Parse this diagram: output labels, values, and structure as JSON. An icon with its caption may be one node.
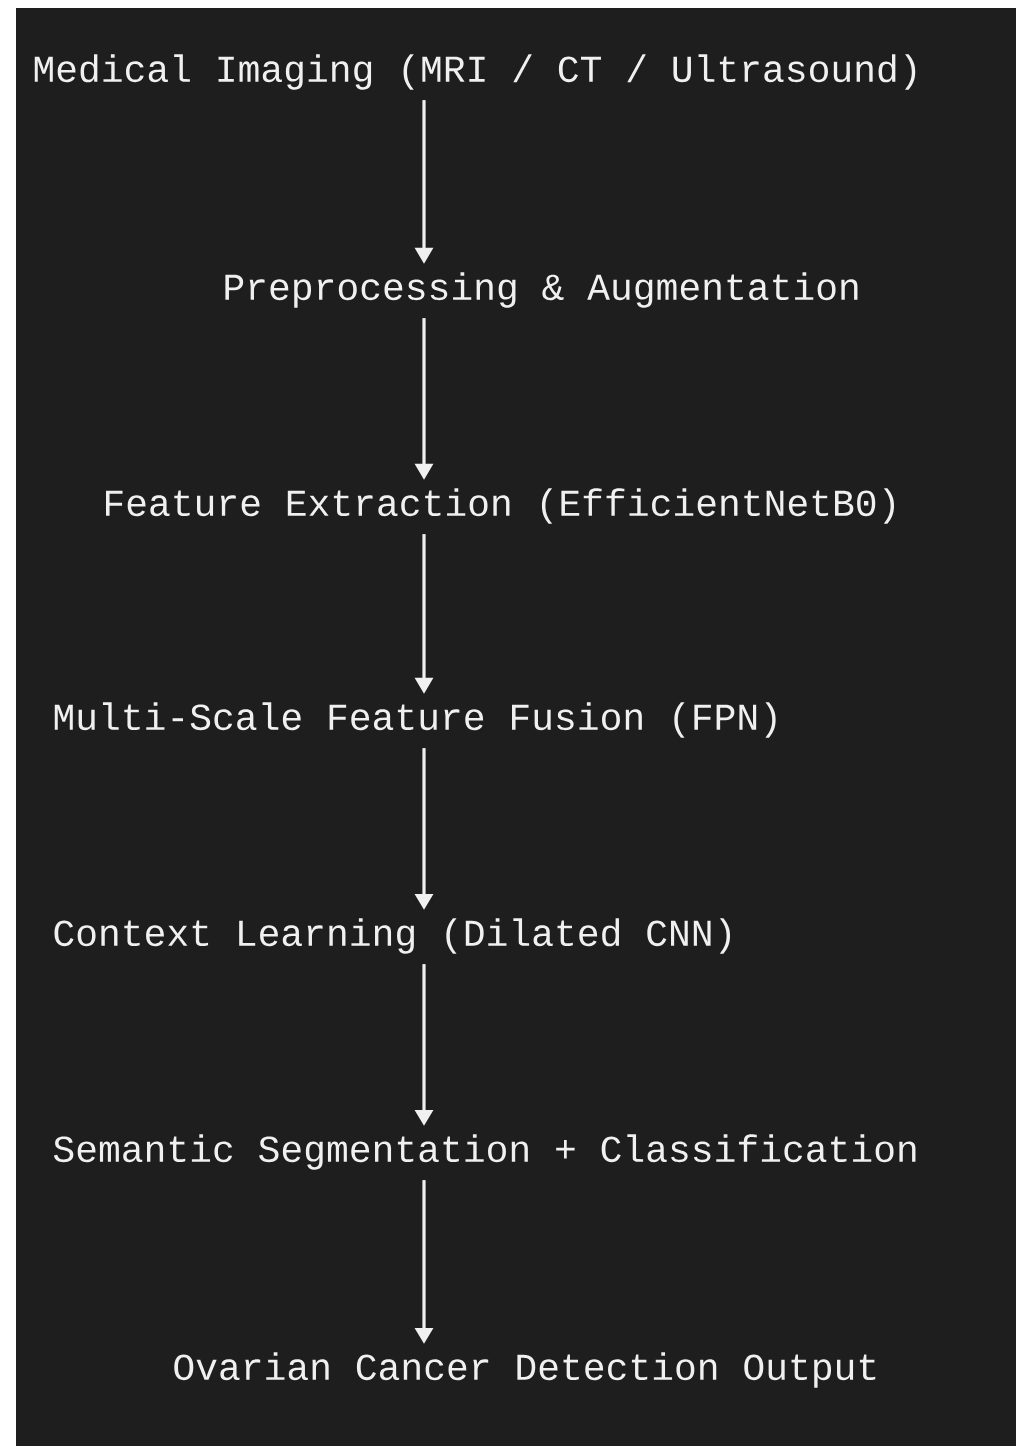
{
  "diagram": {
    "nodes": [
      {
        "text": [
          "Medical Imaging (MRI / CT / Ultrasound)"
        ]
      },
      {
        "text": [
          "Preprocessing & Augmentation"
        ]
      },
      {
        "text": [
          "Feature Extraction (EfficientNetB0)"
        ]
      },
      {
        "text": [
          "Multi-Scale Feature Fusion (FPN)"
        ]
      },
      {
        "text": [
          "Context Learning (Dilated CNN)"
        ]
      },
      {
        "text": [
          "Semantic Segmentation + Classification"
        ]
      },
      {
        "text": [
          "Ovarian Cancer Detection Output"
        ]
      }
    ],
    "edges": [
      {
        "from": 0,
        "to": 1,
        "arrow": "to"
      },
      {
        "from": 1,
        "to": 2,
        "arrow": "to"
      },
      {
        "from": 2,
        "to": 3,
        "arrow": "to"
      },
      {
        "from": 3,
        "to": 4,
        "arrow": "to"
      },
      {
        "from": 4,
        "to": 5,
        "arrow": "to"
      },
      {
        "from": 5,
        "to": 6,
        "arrow": "to"
      }
    ]
  }
}
